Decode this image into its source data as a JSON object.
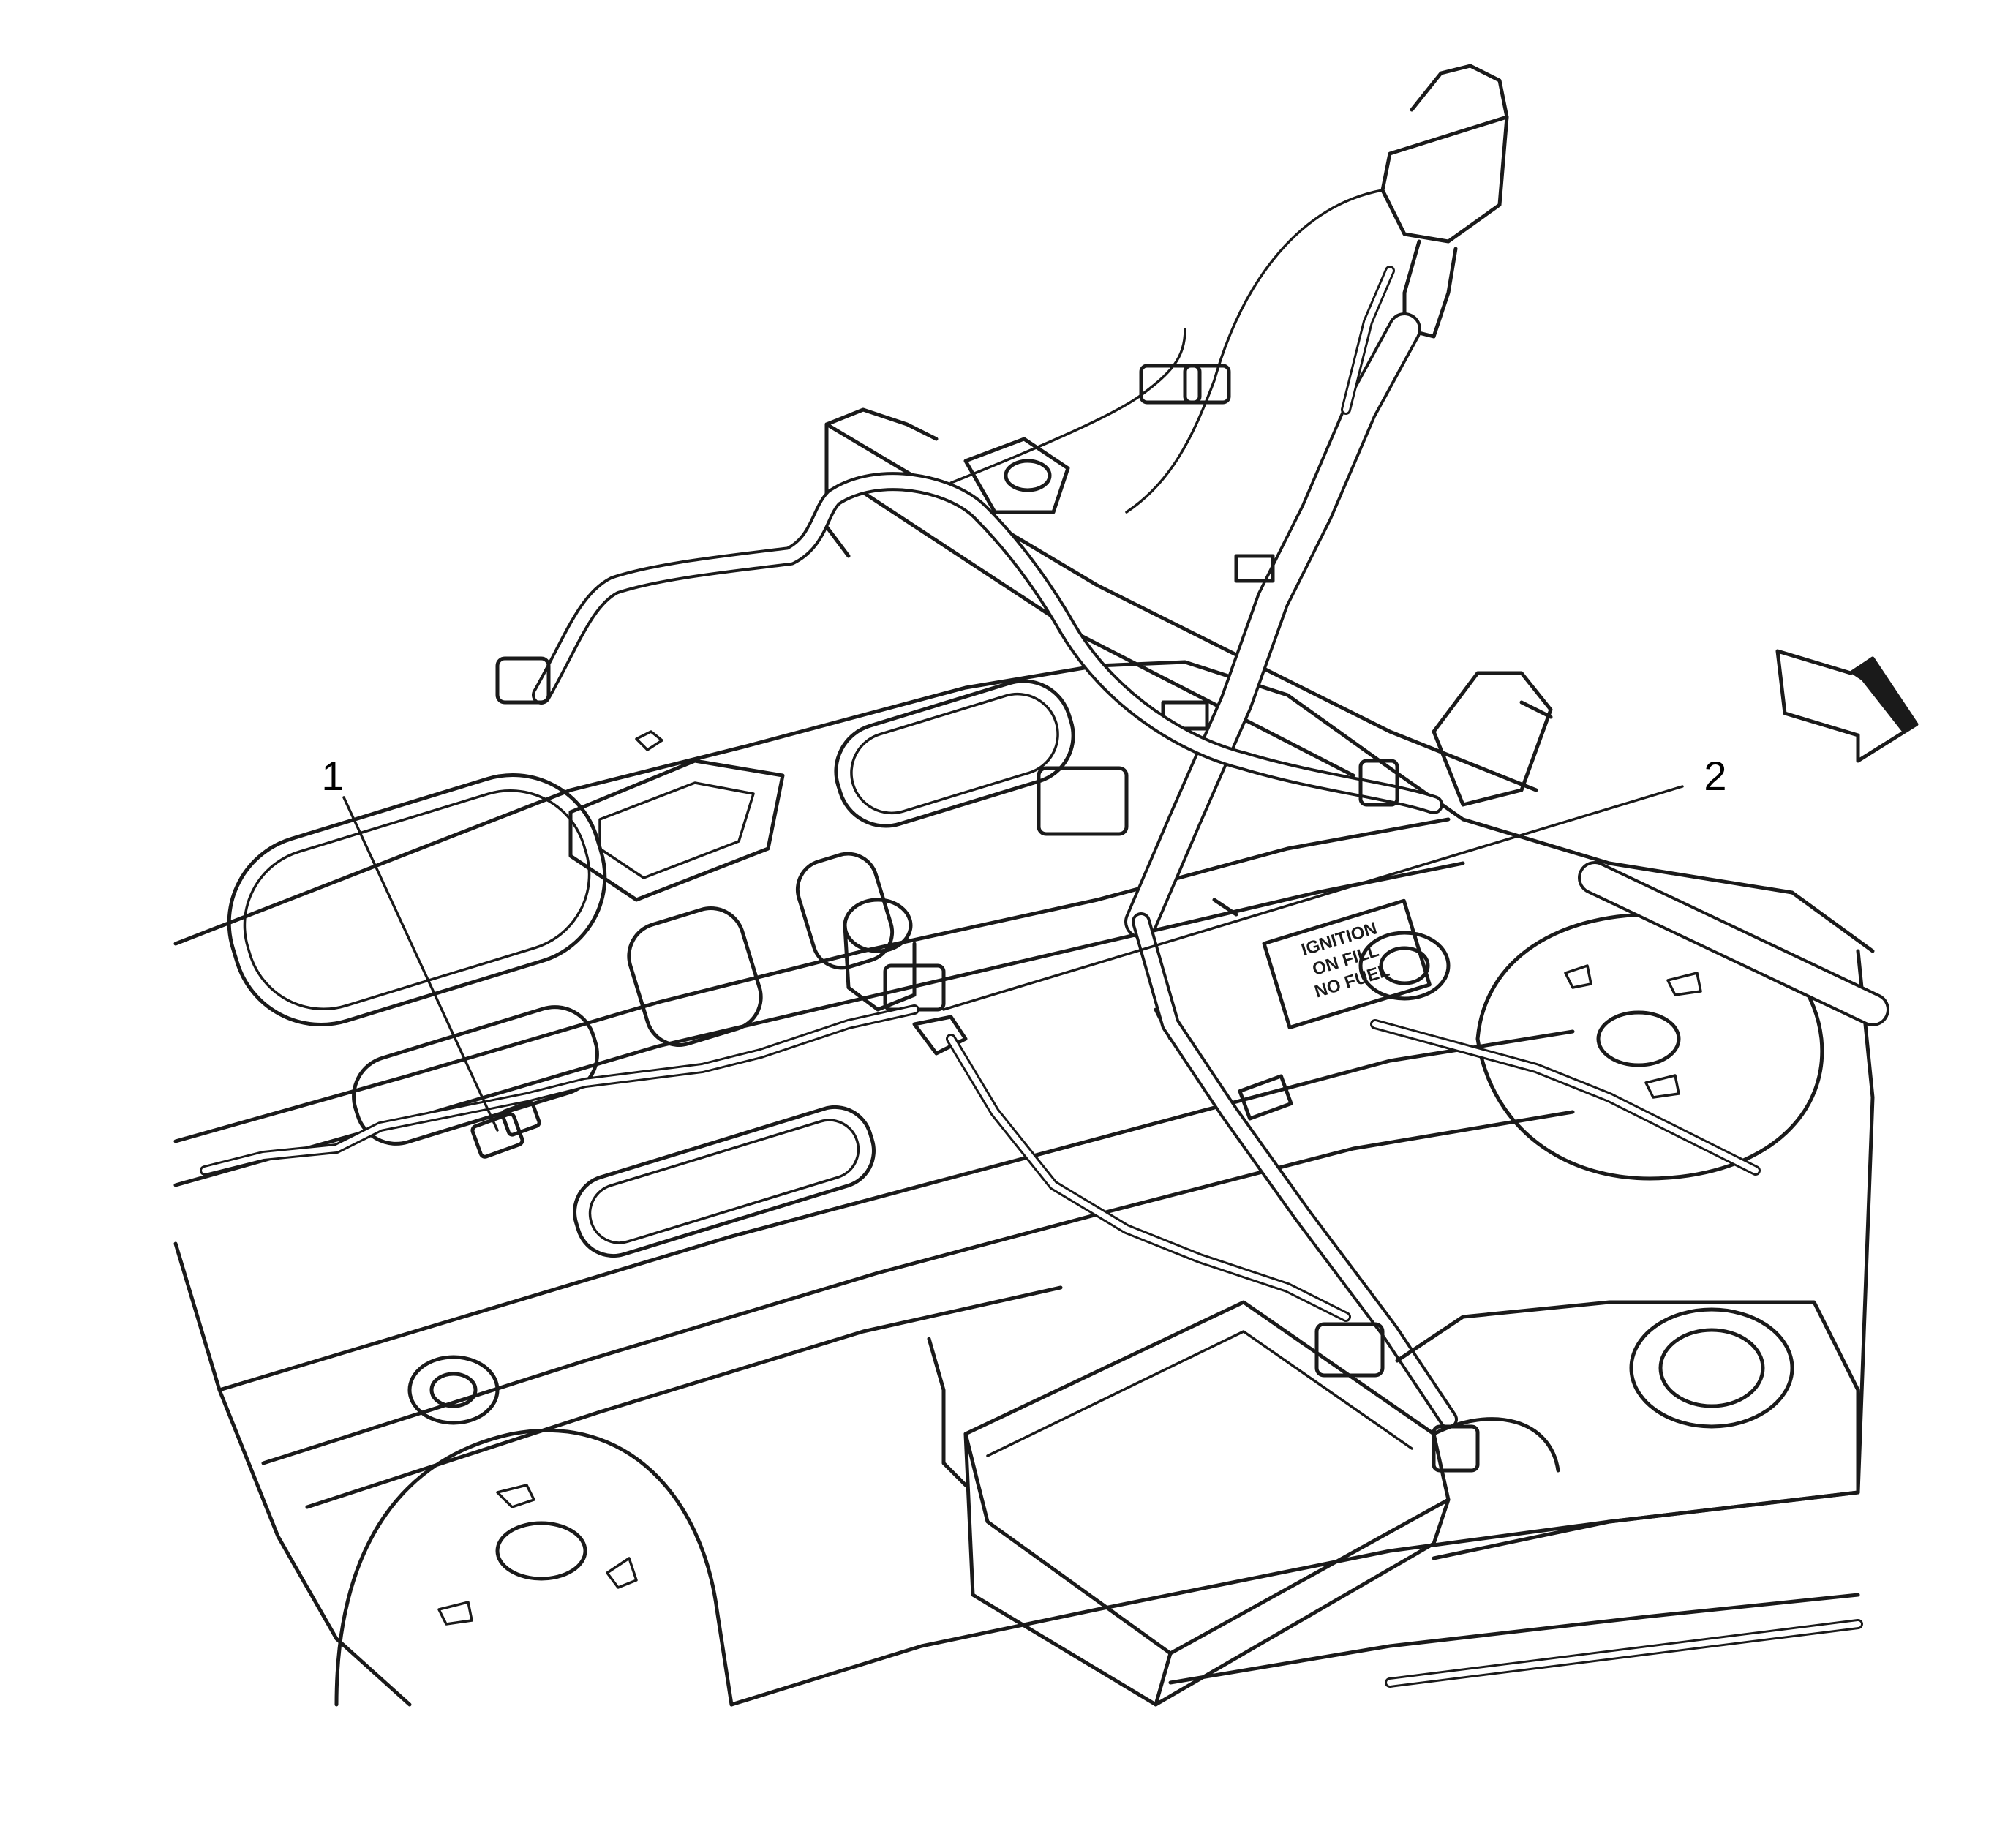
{
  "callouts": [
    {
      "id": "1",
      "label": "1"
    },
    {
      "id": "2",
      "label": "2"
    }
  ],
  "decal": {
    "line1": "IGNITION",
    "line2": "ON FILL",
    "line3": "NO FUEL"
  },
  "icons": {
    "direction": "front-direction-arrow-icon"
  },
  "colors": {
    "line": "#1a1a1a",
    "background": "#ffffff"
  }
}
